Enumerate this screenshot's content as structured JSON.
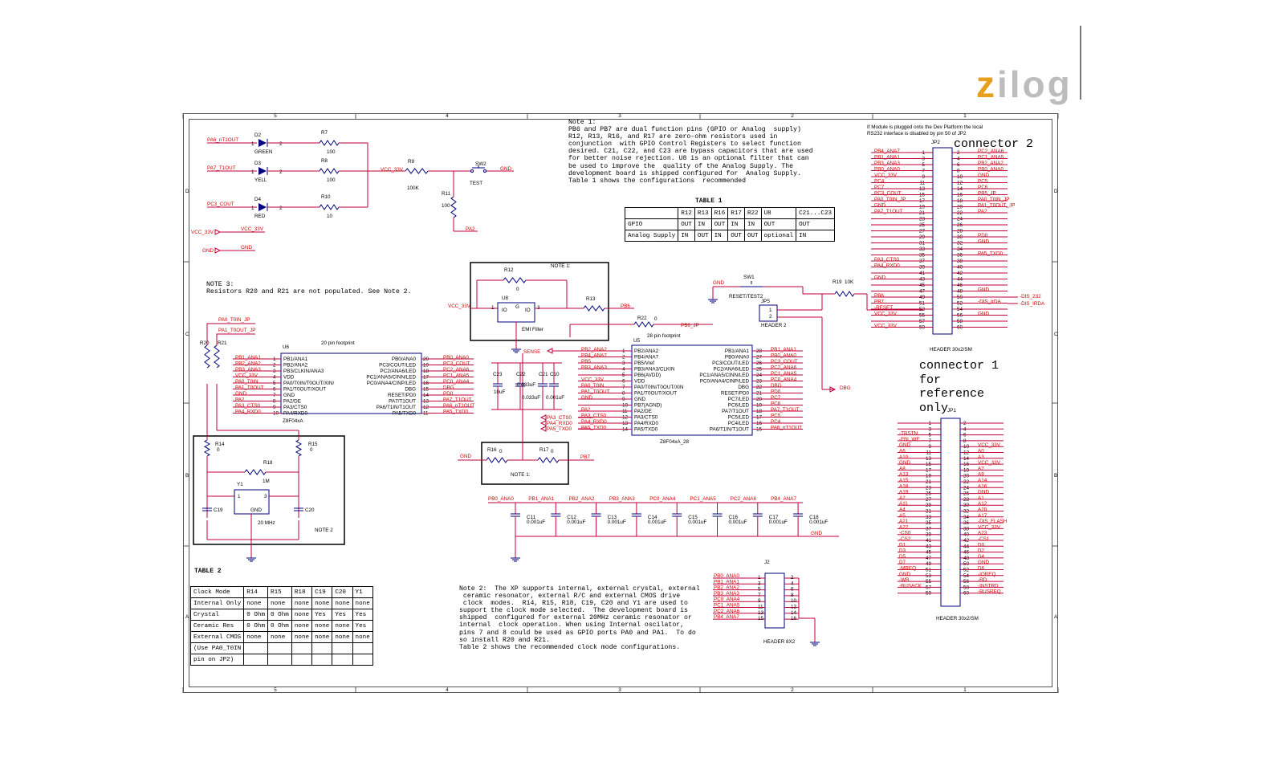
{
  "logo": {
    "text": "zilog",
    "first": "z",
    "rest": "ilog"
  },
  "header_note": [
    "If Module is plugged onto the Dev Platform the local",
    "RS232 interface is disabled by pin 50 of JP2"
  ],
  "note1": {
    "lines": [
      "Note 1:",
      "PB6 and PB7 are dual function pins (GPIO or Analog  supply)",
      "R12, R13, R16, and R17 are zero-ohm resistors used in",
      "conjunction  with GPIO Control Registers to select function",
      "desired. C21, C22, and C23 are bypass capacitors that are used",
      "for better noise rejection. U8 is an optional filter that can",
      "be used to improve the  quality of the Analog Supply. The",
      "development board is shipped configured for  Analog Supply.",
      "Table 1 shows the configurations  recommended"
    ]
  },
  "note2": {
    "lines": [
      "Note 2:  The XP supports internal, external crystal, external",
      " ceramic resonator, external R/C and external CMOS drive",
      " clock  modes.  R14, R15, R18, C19, C20 and Y1 are used to",
      "support the clock mode selected.  The development board is",
      "shipped  configured for external 20MHz ceramic resonator or",
      "internal  clock operation. When using Internal oscilator,",
      "pins 7 and 8 could be used as GPIO ports PA0 and PA1.  To do",
      "so install R20 and R21.",
      "Table 2 shows the recommended clock mode configurations."
    ]
  },
  "note3": {
    "lines": [
      "NOTE 3:",
      "Resistors R20 and R21 are not populated. See Note 2."
    ]
  },
  "connector2": {
    "text": "connector 2"
  },
  "connector1": {
    "lines": [
      "connector 1",
      "for",
      "reference",
      "only"
    ]
  },
  "table1": {
    "title": "TABLE 1",
    "header": [
      "",
      "R12",
      "R13",
      "R16",
      "R17",
      "R22",
      "U8",
      "C21...C23"
    ],
    "rows": [
      [
        "GPIO",
        "OUT",
        "IN",
        "OUT",
        "IN",
        "IN",
        "OUT",
        "OUT"
      ],
      [
        "Analog Supply",
        "IN",
        "OUT",
        "IN",
        "OUT",
        "OUT",
        "optional",
        "IN"
      ]
    ]
  },
  "table2": {
    "title": "TABLE 2",
    "header": [
      "Clock Mode",
      "R14",
      "R15",
      "R18",
      "C19",
      "C20",
      "Y1"
    ],
    "rows": [
      [
        "Internal Only",
        "none",
        "none",
        "none",
        "none",
        "none",
        "none"
      ],
      [
        "Crystal",
        "0 Ohm",
        "0 Ohm",
        "none",
        "Yes",
        "Yes",
        "Yes"
      ],
      [
        "Ceramic Res",
        "0 Ohm",
        "0 Ohm",
        "none",
        "none",
        "none",
        "Yes"
      ],
      [
        "External CMOS",
        "none",
        "none",
        "none",
        "none",
        "none",
        "none"
      ],
      [
        "(Use PA0_T0IN",
        "",
        "",
        "",
        "",
        "",
        ""
      ],
      [
        "pin on JP2)",
        "",
        "",
        "",
        "",
        "",
        ""
      ]
    ]
  },
  "border_marks": {
    "top": [
      "5",
      "4",
      "3",
      "2",
      "1"
    ],
    "bottom": [
      "5",
      "4",
      "3",
      "2",
      "1"
    ],
    "left": [
      "D",
      "C",
      "B",
      "A"
    ],
    "right": [
      "D",
      "C",
      "B",
      "A"
    ]
  },
  "colors": {
    "wire": "#c0003a",
    "label": "#d00000",
    "part": "#000080",
    "text": "#000000",
    "logo_accent": "#e8a01c",
    "logo_gray": "#bdbdbd"
  },
  "schematic": {
    "leds": [
      {
        "ref": "D2",
        "color": "GREEN",
        "net": "PA6_nT1OUT",
        "res": "R7",
        "val": "100"
      },
      {
        "ref": "D3",
        "color": "YELL",
        "net": "PA7_T1OUT",
        "res": "R8",
        "val": "100"
      },
      {
        "ref": "D4",
        "color": "RED",
        "net": "PC3_COUT",
        "res": "R10",
        "val": "10"
      }
    ],
    "test": {
      "r9": "R9",
      "r9val": "100K",
      "sw": "SW2",
      "label": "TEST",
      "vcc": "VCC_33V",
      "gnd": "GND",
      "r11": "R11",
      "r11val": "100",
      "pa2": "PA2"
    },
    "power": {
      "vcc_in": "VCC_33V",
      "vcc_out": "VCC_33V",
      "gnd_in": "GND",
      "gnd_out": "GND"
    },
    "filter": {
      "r12": "R12",
      "r13": "R13",
      "u8": "U8",
      "u8label": "EMI Filter",
      "note": "NOTE 1:",
      "pb6": "PB6",
      "vcc": "VCC_33V",
      "zero": "0"
    },
    "reset": {
      "sw1": "SW1",
      "label": "RESET/TEST2",
      "r19": "R19",
      "r19val": "10K",
      "jp5": "JP5",
      "hdr": "HEADER 2",
      "gnd": "GND",
      "r22": "R22",
      "pb6jp": "PB6_JP",
      "sense": "SENSE",
      "dbg": "DBG"
    },
    "u6": {
      "ref": "U6",
      "name": "Z8F04xA",
      "fp": "20 pin footprint",
      "left": [
        "PB1/ANA1",
        "PB2/ANA2",
        "PB3/CLKIN/ANA3",
        "VDD",
        "PA0/T0IN/T0OUT/XIN/",
        "PA1/T0OUT/XOUT",
        "GND",
        "PA2/DE",
        "PA3/CTS0",
        "PA4/RXD0"
      ],
      "right": [
        "PB0/ANA0",
        "PC3/COUT/LED",
        "PC2/ANA6/LED",
        "PC1/ANA5/CINN/LED",
        "PC0/ANA4/CINP/LED",
        "DBG",
        "RESET/PD0",
        "PA7/T1OUT",
        "PA6/T1IN/T1OUT",
        "PA5/TXD0"
      ],
      "lnets": [
        "PB1_ANA1",
        "PB2_ANA2",
        "PB3_ANA3",
        "VCC_33V",
        "PA0_T0IN",
        "PA1_T0OUT",
        "GND",
        "PA2",
        "PA3_CTS0",
        "PA4_RXD0"
      ],
      "rnets": [
        "PB0_ANA0",
        "PC3_COUT",
        "PC2_ANA6",
        "PC1_ANA5",
        "PC0_ANA4",
        "DBG",
        "PD0",
        "PA7_T1OUT",
        "PA6_nT1OUT",
        "PA5_TXD0"
      ]
    },
    "u5": {
      "ref": "U5",
      "name": "Z8F04xA_28",
      "fp": "28 pin footprint",
      "left": [
        "PB2/ANA2",
        "PB4/ANA7",
        "PB5/Vref",
        "PB3/ANA3/CLKIN",
        "PB6(AVDD)",
        "VDD",
        "PA0/T0IN/T0OUT/XIN",
        "PA1/T0OUT/XOUT",
        "GND",
        "PB7(AGND)",
        "PA2/DE",
        "PA3/CTS0",
        "PA4/RXD0",
        "PA5/TXD0"
      ],
      "right": [
        "PB1/ANA1",
        "PB0/ANA0",
        "PC3/COUT/LED",
        "PC2/ANA6/LED",
        "PC1/ANA5/CINN/LED",
        "PC0/ANA4/CINP/LED",
        "DBG",
        "RESET/PD0",
        "PC7/LED",
        "PC6/LED",
        "PA7/T1OUT",
        "PC5/LED",
        "PC4/LED",
        "PA6/T1IN/T1OUT"
      ],
      "lnets": [
        "PB2_ANA2",
        "PB4_ANA7",
        "PB5",
        "PB3_ANA3",
        "",
        "VCC_33V",
        "PA0_T0IN",
        "PA1_T0OUT",
        "GND",
        "",
        "PA2",
        "PA3_CTS0",
        "PA4_RXD0",
        "PA5_TXD0"
      ],
      "rnets": [
        "PB1_ANA1",
        "PB0_ANA0",
        "PC3_COUT",
        "PC2_ANA6",
        "PC1_ANA5",
        "PC0_ANA4",
        "DBG",
        "PD0",
        "PC7",
        "PC6",
        "PA7_T1OUT",
        "PC5",
        "PC4",
        "PA6_nT1OUT"
      ]
    },
    "clock": {
      "r14": "R14",
      "r15": "R15",
      "r18": "R18",
      "r18val": "1M",
      "y1": "Y1",
      "freq": "20 MHz",
      "c19": "C19",
      "c20": "C20",
      "note": "NOTE 2",
      "zero": "0",
      "pa0jp": "PA0_T0IN_JP",
      "pa1jp": "PA1_T0OUT_JP",
      "r20": "R20",
      "r21": "R21"
    },
    "r16r17": {
      "r16": "R16",
      "r17": "R17",
      "gnd": "GND",
      "pb7": "PB7",
      "note": "NOTE 1:",
      "zero": "0"
    },
    "bypass": {
      "refs": [
        "C23",
        "C22",
        "C21",
        "C10"
      ],
      "vals": [
        "10uF",
        "0.033uF",
        "0.033uF",
        "0.001uF"
      ],
      "nets": [
        "PA3_CTS0",
        "PA4_RXD0",
        "PA5_TXD0"
      ]
    },
    "caps": {
      "nets": [
        "PB0_ANA0",
        "PB1_ANA1",
        "PB2_ANA2",
        "PB3_ANA3",
        "PC0_ANA4",
        "PC1_ANA5",
        "PC2_ANA6",
        "PB4_ANA7"
      ],
      "refs": [
        "C11",
        "C12",
        "C13",
        "C14",
        "C15",
        "C16",
        "C17",
        "C18"
      ],
      "val": "0.001uF",
      "gnd": "GND"
    },
    "j2": {
      "ref": "J2",
      "hdr": "HEADER 8X2",
      "nets": [
        "PB0_ANA0",
        "PB1_ANA1",
        "PB2_ANA2",
        "PB3_ANA3",
        "PC0_ANA4",
        "PC1_ANA5",
        "PC2_ANA6",
        "PB4_ANA7"
      ]
    },
    "jp2": {
      "ref": "JP2",
      "hdr": "HEADER 30x2/SM",
      "left": [
        "PB4_ANA7",
        "PB1_ANA1",
        "PB3_ANA3",
        "PB0_ANA0",
        "VCC_33V",
        "PC4",
        "PC7",
        "PC3_COUT",
        "PA0_T0IN_JP",
        "GND",
        "PA7_T1OUT",
        "",
        "",
        "",
        "",
        "",
        "",
        "",
        "PA3_CTS0",
        "PA4_RXD0",
        "",
        "GND",
        "",
        "",
        "PB6",
        "PB7",
        "-RESET",
        "VCC_33V",
        "",
        "VCC_33V"
      ],
      "right": [
        "PC2_ANA6",
        "PC1_ANA5",
        "PB2_ANA2",
        "PB0_ANA0",
        "GND",
        "PC5",
        "PC6",
        "PB5_JP",
        "PA0_T0IN_JP",
        "PA1_T0OUT_JP",
        "PA2",
        "",
        "",
        "",
        "PD0",
        "GND",
        "",
        "PA5_TXD0",
        "",
        "",
        "",
        "",
        "",
        "GND",
        "",
        "-DIS_IrDA",
        "",
        "GND",
        "",
        ""
      ],
      "ext": [
        "-DIS_232",
        "-DIS_IRDA"
      ]
    },
    "jp1": {
      "ref": "JP1",
      "hdr": "HEADER 30x2/SM",
      "left": [
        "",
        "",
        "-TRSTN",
        "-FBI_WE",
        "GND",
        "A6",
        "A10",
        "GND",
        "A8",
        "A13",
        "A15",
        "A18",
        "A19",
        "A2",
        "A11",
        "A4",
        "A5",
        "A21",
        "A22",
        "-CS0",
        "-CS2",
        "D1",
        "D3",
        "D5",
        "D7",
        "-MREQ",
        "GND",
        "-WR",
        "-BUSACK",
        ""
      ],
      "right": [
        "",
        "",
        "",
        "",
        "VCC_33V",
        "A0",
        "A3",
        "VCC_33V",
        "A7",
        "A9",
        "A14",
        "A16",
        "GND",
        "A1",
        "A12",
        "A20",
        "A17",
        "-DIS_FLASH",
        "VCC_33V",
        "A23",
        "-CS1",
        "D0",
        "D2",
        "D4",
        "GND",
        "D6",
        "-IOREQ",
        "-RD",
        "-INSTRD",
        "-BUSREQ"
      ]
    }
  }
}
